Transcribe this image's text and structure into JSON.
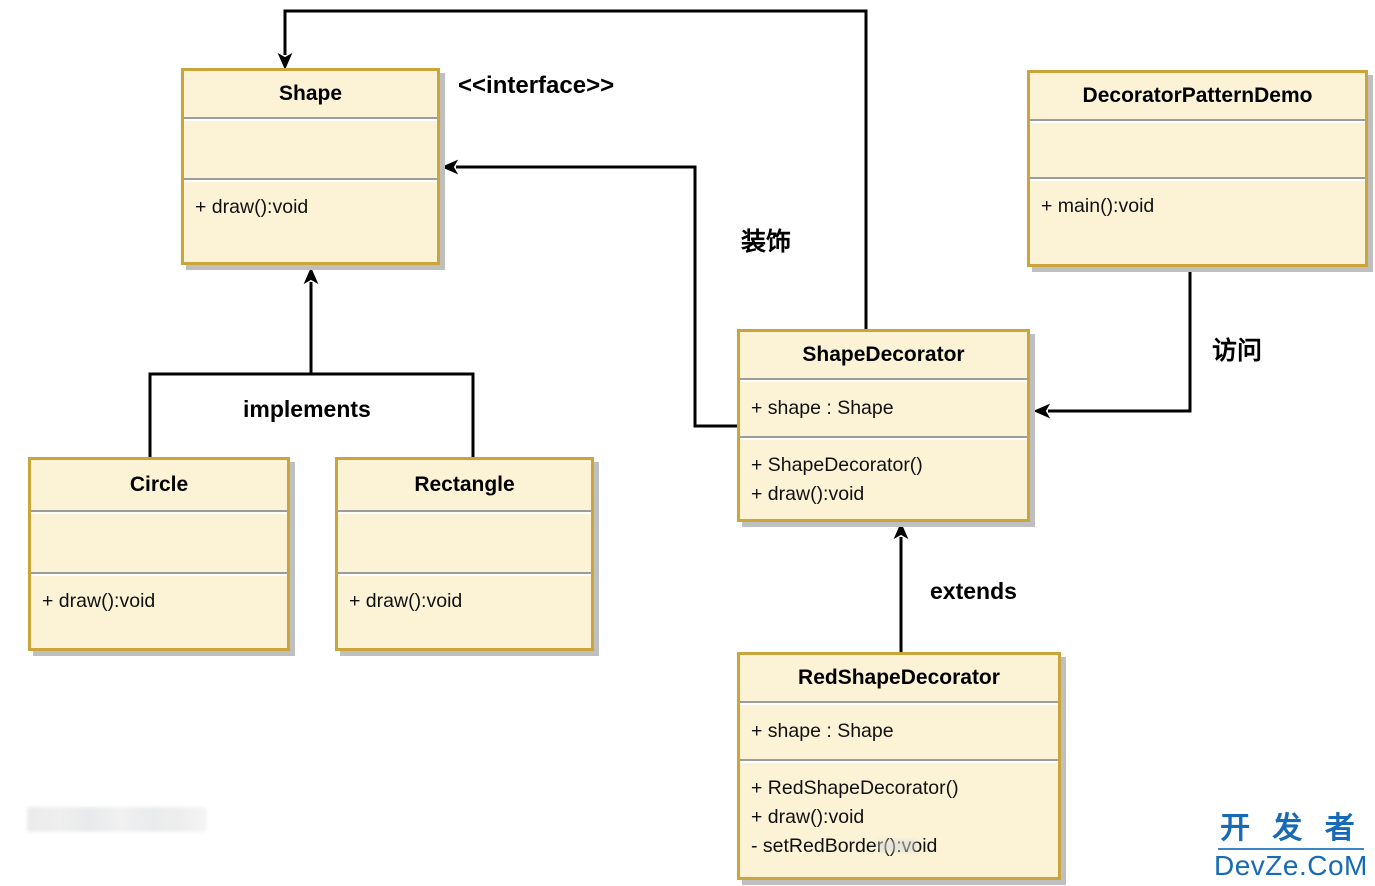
{
  "classes": {
    "shape": {
      "name": "Shape",
      "methods": [
        "+ draw():void"
      ]
    },
    "circle": {
      "name": "Circle",
      "methods": [
        "+ draw():void"
      ]
    },
    "rectangle": {
      "name": "Rectangle",
      "methods": [
        "+ draw():void"
      ]
    },
    "demo": {
      "name": "DecoratorPatternDemo",
      "methods": [
        "+ main():void"
      ]
    },
    "shape_decorator": {
      "name": "ShapeDecorator",
      "attributes": [
        "+ shape : Shape"
      ],
      "methods": [
        "+ ShapeDecorator()",
        "+ draw():void"
      ]
    },
    "red_shape_decorator": {
      "name": "RedShapeDecorator",
      "attributes": [
        "+ shape : Shape"
      ],
      "methods": [
        "+ RedShapeDecorator()",
        "+ draw():void",
        "- setRedBorder():void"
      ]
    }
  },
  "labels": {
    "interface_stereotype": "<<interface>>",
    "implements": "implements",
    "extends": "extends",
    "decorate": "装饰",
    "access": "访问"
  },
  "watermark": {
    "brand_cn": "开 发 者",
    "brand_site": "DevZe.CoM",
    "brand_color": "#176ab5"
  },
  "colors": {
    "box_fill": "#fcf3d6",
    "box_border": "#c9a53b",
    "box_shadow": "#bfbfbf",
    "section_divider": "#9c9c9c",
    "connector": "#000000",
    "background": "#ffffff"
  }
}
